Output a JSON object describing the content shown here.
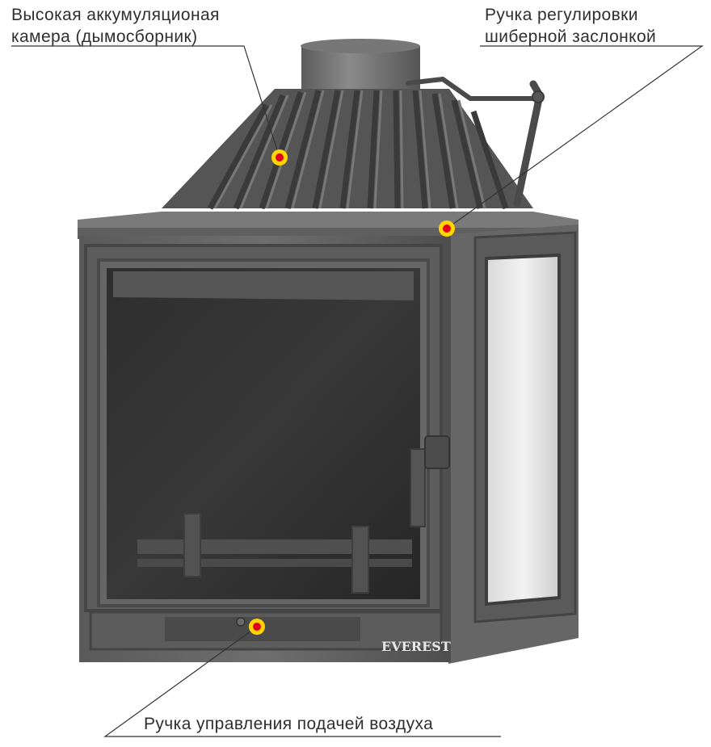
{
  "callouts": {
    "chamber": {
      "line1": "Высокая аккумуляционая",
      "line2": "камера (дымосборник)"
    },
    "damper": {
      "line1": "Ручка регулировки",
      "line2": "шиберной заслонкой"
    },
    "air": {
      "line1": "Ручка управления подачей воздуха"
    }
  },
  "brand": {
    "logo_text": "EVEREST"
  },
  "colors": {
    "marker_outer": "#ffd400",
    "marker_inner": "#e0001b",
    "leader_line": "#333333"
  }
}
